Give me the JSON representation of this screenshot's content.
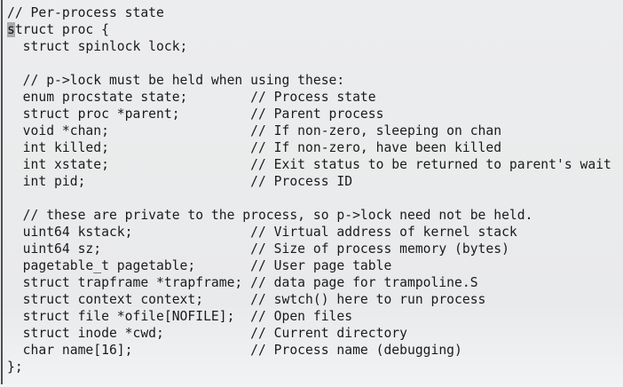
{
  "window": {
    "description_label": "code viewer showing struct proc"
  },
  "code": {
    "before_cursor": "// Per-process state\n",
    "cursor_char": "s",
    "after_cursor": "truct proc {\n  struct spinlock lock;\n\n  // p->lock must be held when using these:\n  enum procstate state;        // Process state\n  struct proc *parent;         // Parent process\n  void *chan;                  // If non-zero, sleeping on chan\n  int killed;                  // If non-zero, have been killed\n  int xstate;                  // Exit status to be returned to parent's wait\n  int pid;                     // Process ID\n\n  // these are private to the process, so p->lock need not be held.\n  uint64 kstack;               // Virtual address of kernel stack\n  uint64 sz;                   // Size of process memory (bytes)\n  pagetable_t pagetable;       // User page table\n  struct trapframe *trapframe; // data page for trampoline.S\n  struct context context;      // swtch() here to run process\n  struct file *ofile[NOFILE];  // Open files\n  struct inode *cwd;           // Current directory\n  char name[16];               // Process name (debugging)\n};"
  },
  "colors": {
    "background_top": "#ecedee",
    "background_bottom": "#f2f3f4",
    "left_border": "#4c4e50",
    "cursor_background": "#a9abad",
    "text": "#1b1b1b"
  }
}
